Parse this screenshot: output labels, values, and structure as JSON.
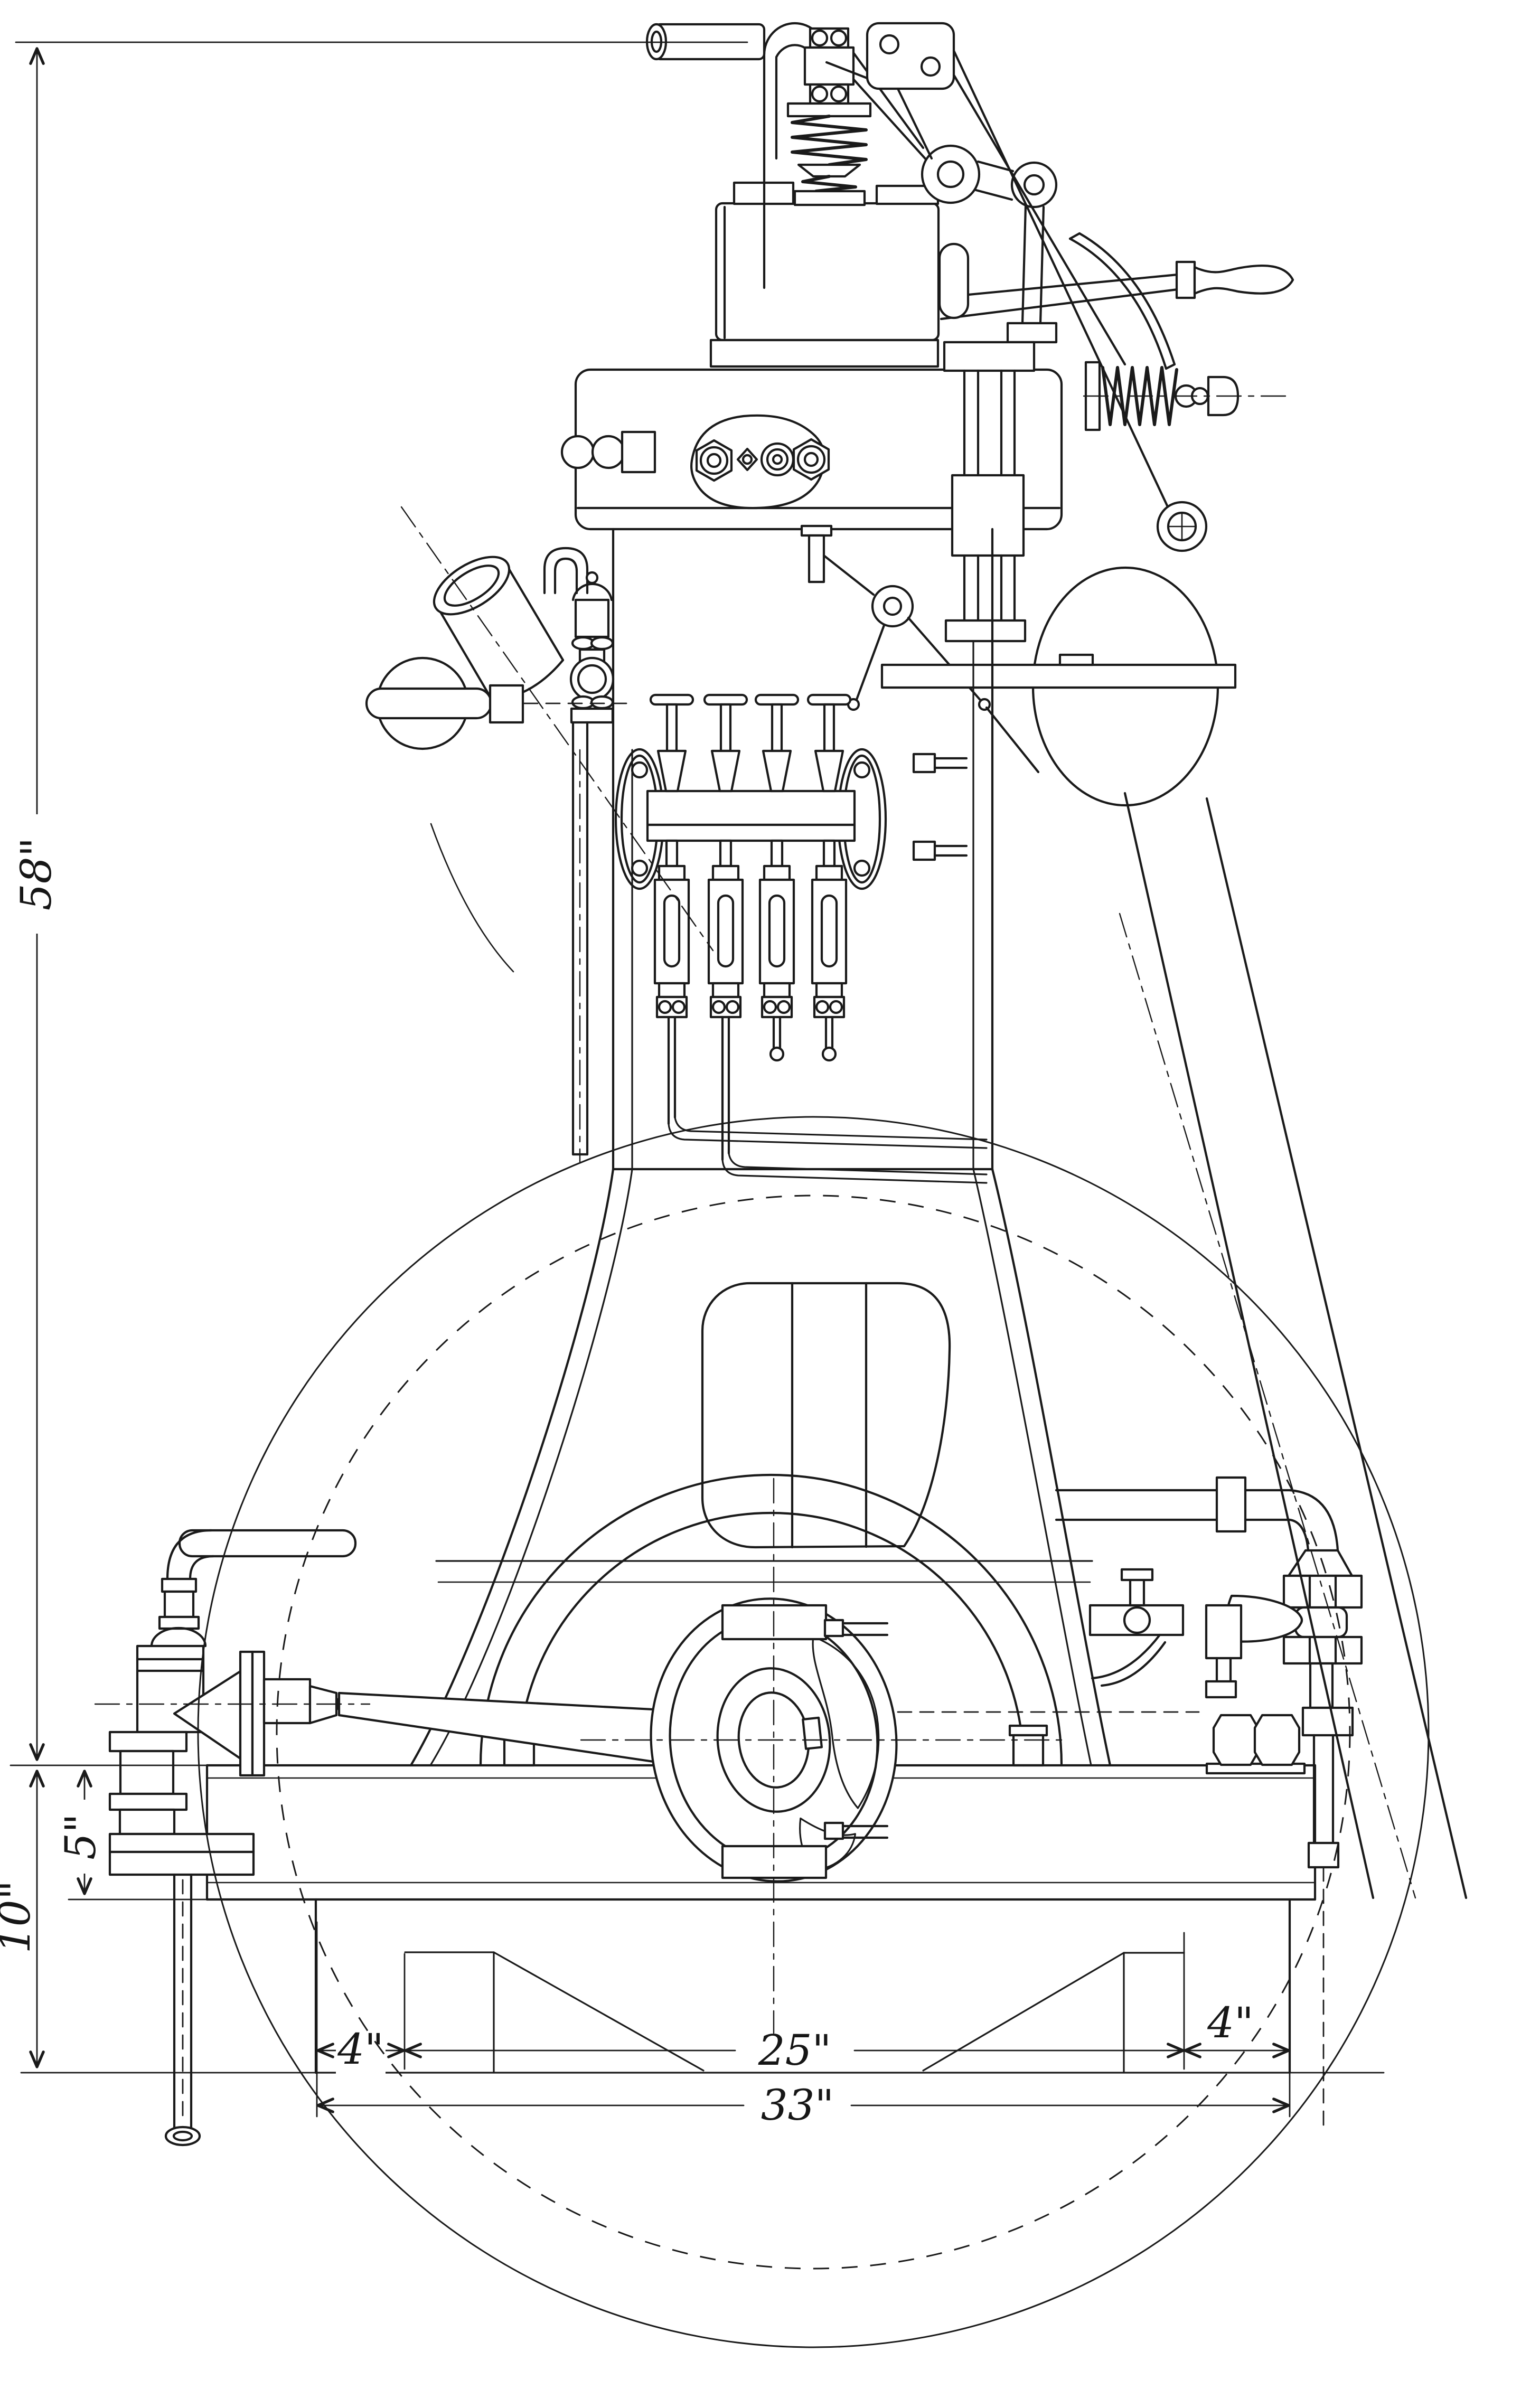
{
  "drawing": {
    "kind": "engine side elevation line drawing",
    "style": {
      "ink": "#1a1a1a",
      "background": "#ffffff"
    },
    "dims": {
      "d58": {
        "label": "58\"",
        "value": 58,
        "unit": "in",
        "orientation": "vertical"
      },
      "d5": {
        "label": "5\"",
        "value": 5,
        "unit": "in",
        "orientation": "vertical"
      },
      "d10": {
        "label": "10\"",
        "value": 10,
        "unit": "in",
        "orientation": "vertical"
      },
      "d4_left": {
        "label": "4\"",
        "value": 4,
        "unit": "in",
        "orientation": "horizontal"
      },
      "d25": {
        "label": "25\"",
        "value": 25,
        "unit": "in",
        "orientation": "horizontal"
      },
      "d4_right": {
        "label": "4\"",
        "value": 4,
        "unit": "in",
        "orientation": "horizontal"
      },
      "d33": {
        "label": "33\"",
        "value": 33,
        "unit": "in",
        "orientation": "horizontal"
      }
    }
  }
}
